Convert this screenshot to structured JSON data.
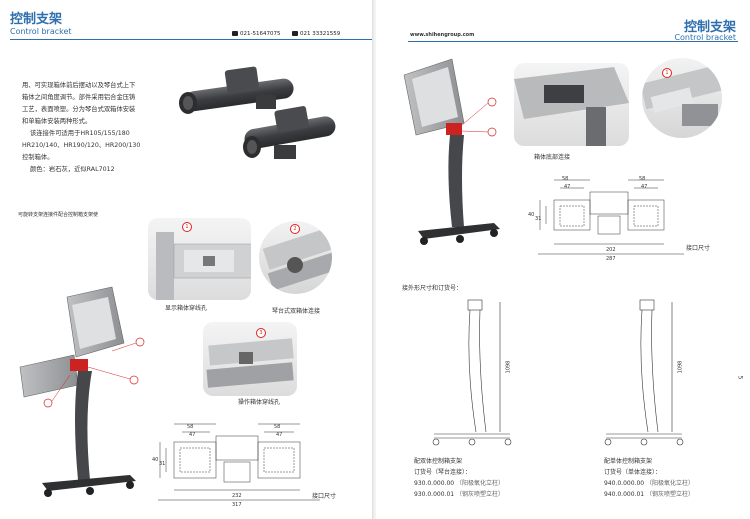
{
  "header": {
    "title_cn": "控制支架",
    "title_en": "Control bracket",
    "phone1": "021-51647075",
    "phone2": "021 33321559",
    "website": "www.shihengroup.com"
  },
  "left_page": {
    "intro_lines": [
      "用、可实现箱体前后摆动以及琴台式上下",
      "箱体之间角度调节。部件采用铝合金压铸",
      "工艺，表面喷塑。分为琴台式双箱体安装",
      "和单箱体安装两种形式。",
      "该连接件可适用于HR105/155/180",
      "HR210/140、HR190/120、HR200/130",
      "控制箱体。",
      "颜色：岩石灰，近似RAL7012"
    ],
    "small_note": "可旋转支架连接件配合控制箱支架使",
    "captions": {
      "detail1": "显示箱体穿线孔",
      "detail2": "琴台式双箱体连接",
      "detail3": "操作箱体穿线孔",
      "interface": "接口尺寸"
    },
    "dims": {
      "d58": "58",
      "d47": "47",
      "d40": "40",
      "d31": "31",
      "d232": "232",
      "d317": "317"
    }
  },
  "right_page": {
    "captions": {
      "bottom_connect": "箱体底部连接",
      "interface": "接口尺寸",
      "overall": "接外形尺寸和订货号："
    },
    "dims": {
      "d58": "58",
      "d47": "47",
      "d40": "40",
      "d31": "31",
      "d202": "202",
      "d287": "287",
      "height": "1098"
    },
    "order_double": {
      "title": "配双体控制箱支架",
      "label": "订货号（琴台连接）：",
      "items": [
        {
          "code": "930.0.000.00",
          "desc": "（阳极氧化立柱）"
        },
        {
          "code": "930.0.000.01",
          "desc": "（钢灰喷塑立柱）"
        }
      ]
    },
    "order_single": {
      "title": "配单体控制箱支架",
      "label": "订货号（单体连接）：",
      "items": [
        {
          "code": "940.0.000.00",
          "desc": "（阳极氧化立柱）"
        },
        {
          "code": "940.0.000.01",
          "desc": "（钢灰喷塑立柱）"
        }
      ]
    },
    "page_number": "5"
  },
  "callouts": {
    "c1": "1",
    "c2": "2",
    "c3": "3"
  },
  "colors": {
    "accent": "#2f6fae",
    "callout": "#d22222",
    "metal": "#5a5c60"
  }
}
